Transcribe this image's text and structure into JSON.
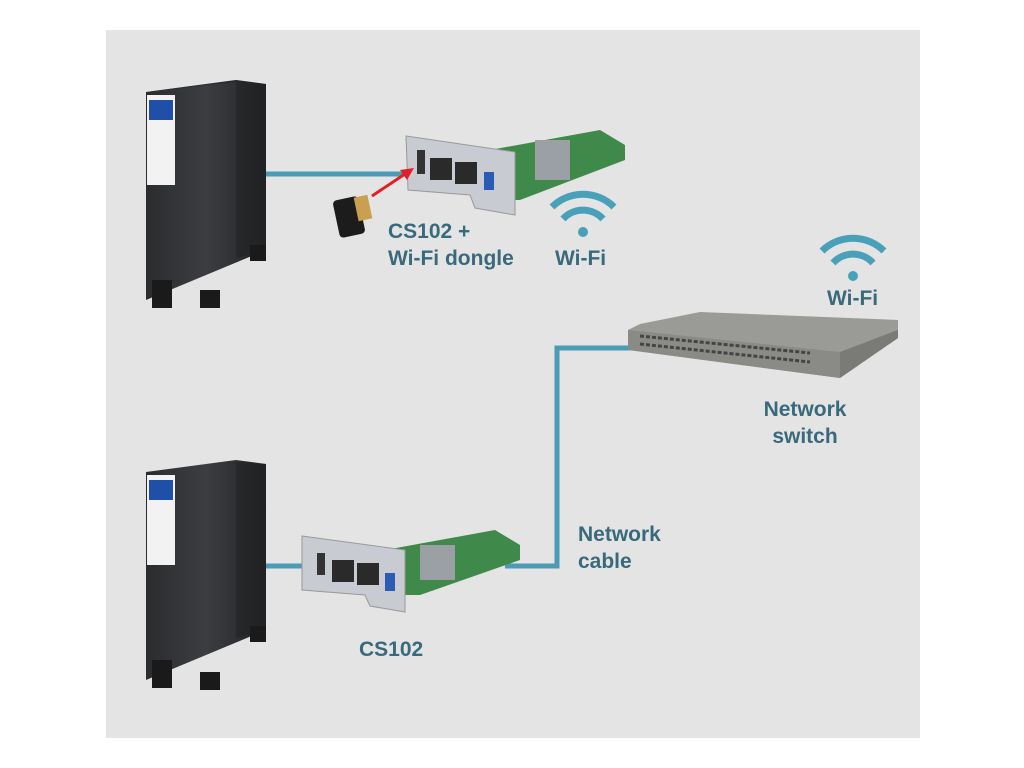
{
  "colors": {
    "background": "#e4e4e4",
    "cable": "#4a9bb5",
    "label": "#386a7c",
    "wifi": "#4aa0b8",
    "arrow": "#e01f26"
  },
  "labels": {
    "top_card": [
      "CS102 +",
      "Wi-Fi dongle"
    ],
    "top_wifi": "Wi-Fi",
    "switch_wifi": "Wi-Fi",
    "switch": [
      "Network",
      "switch"
    ],
    "cable": [
      "Network",
      "cable"
    ],
    "bottom_card": "CS102"
  },
  "icons": [
    "ups-tower",
    "network-card",
    "wifi-dongle",
    "wifi-icon",
    "network-switch"
  ]
}
